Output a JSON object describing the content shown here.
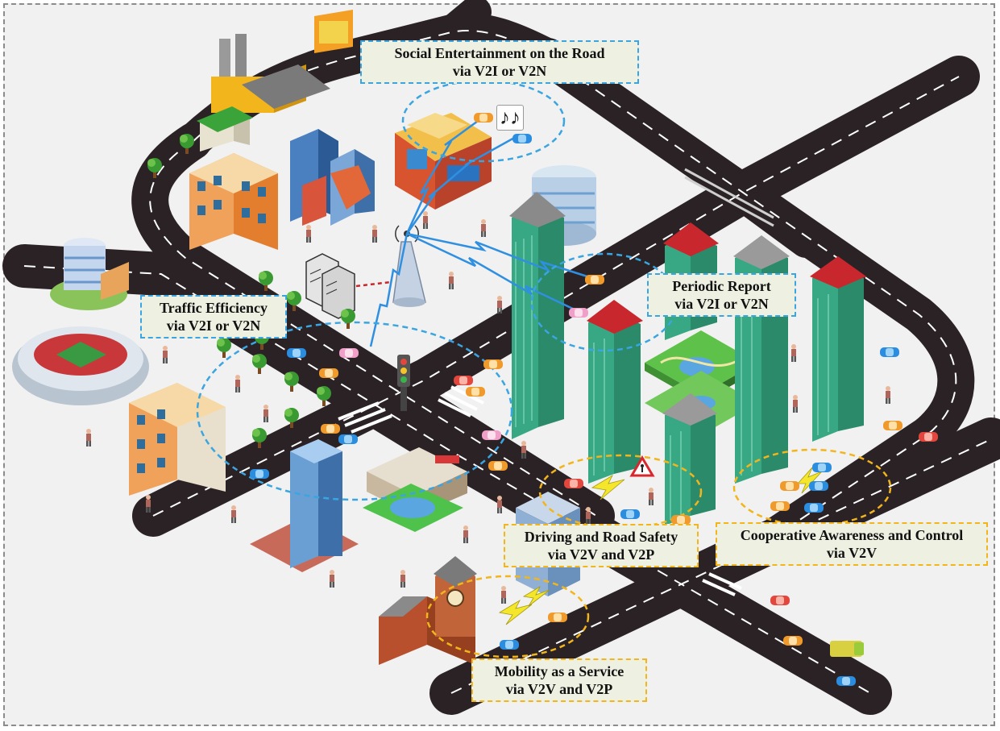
{
  "labels": {
    "social": {
      "line1": "Social Entertainment on the Road",
      "line2": "via V2I or V2N"
    },
    "periodic": {
      "line1": "Periodic Report",
      "line2": "via V2I or V2N"
    },
    "traffic": {
      "line1": "Traffic Efficiency",
      "line2": "via V2I or V2N"
    },
    "driving": {
      "line1": "Driving and Road Safety",
      "line2": "via V2V and V2P"
    },
    "cooperative": {
      "line1": "Cooperative Awareness and Control",
      "line2": "via V2V"
    },
    "mobility": {
      "line1": "Mobility as a Service",
      "line2": "via V2V and V2P"
    }
  },
  "colors": {
    "road": "#2b2226",
    "lane_marking": "#ffffff",
    "blue_dashed": "#3aa5e0",
    "gold_dashed": "#f2b51c",
    "label_bg": "#eef1e2",
    "wireless_link": "#2f8fe0",
    "lightning": "#f4e62a",
    "tower_building": "#2fa27f",
    "roof": "#c8282d"
  },
  "icons": {
    "music": "music-notes-icon",
    "warning": "pedestrian-warning-icon",
    "antenna": "base-station-icon",
    "server": "server-icon",
    "traffic_light": "traffic-light-icon"
  },
  "music_note": "♪♪"
}
